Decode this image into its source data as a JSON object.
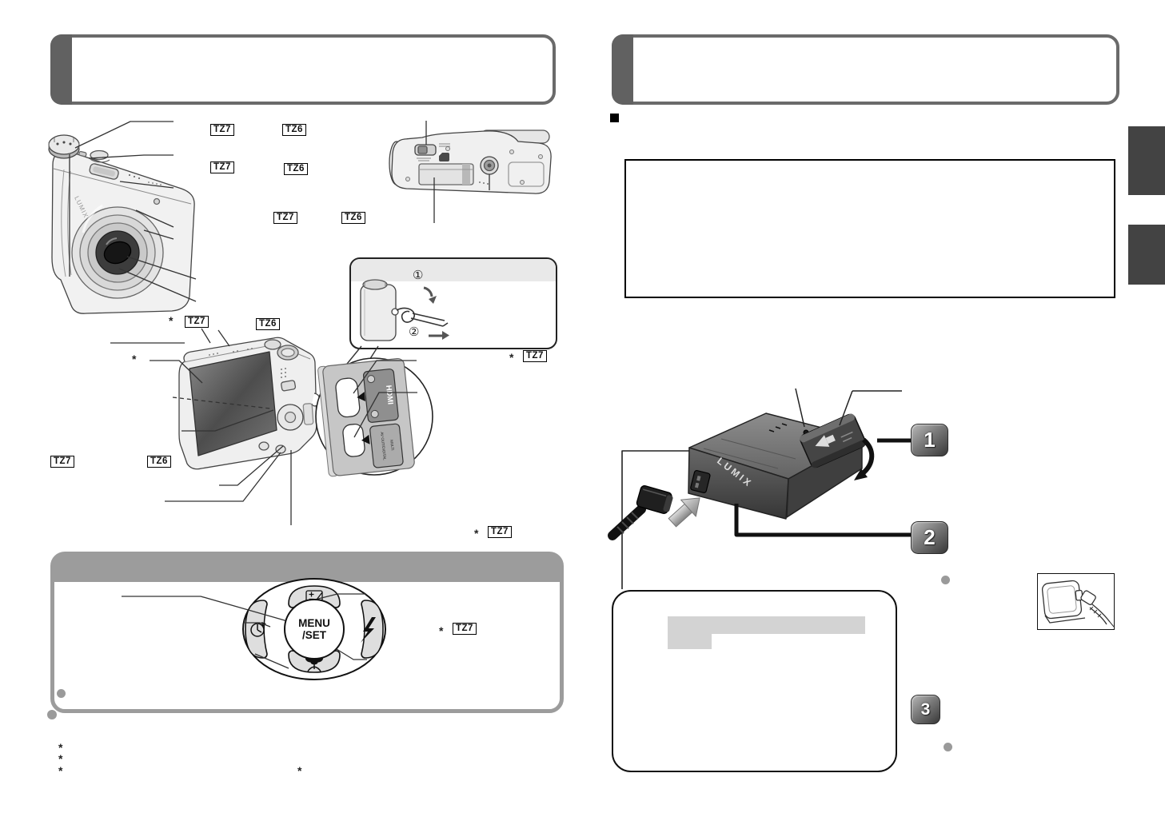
{
  "left_page": {
    "model_badges": {
      "tz7": "TZ7",
      "tz6": "TZ6"
    },
    "asterisk": "*",
    "front_camera": {
      "brand": "LUMIX"
    },
    "strap_steps": {
      "step1": "①",
      "step2": "②"
    },
    "terminals": {
      "hdmi": "HDMI",
      "av_line1": "AV OUT/DIGITAL",
      "av_line2": "MULTI"
    },
    "cursor_pad": {
      "menu": "MENU",
      "set": "/SET"
    }
  },
  "right_page": {
    "charger": {
      "brand": "LUMIX"
    },
    "step_badges": {
      "s1": "1",
      "s2": "2",
      "s3": "3"
    }
  }
}
